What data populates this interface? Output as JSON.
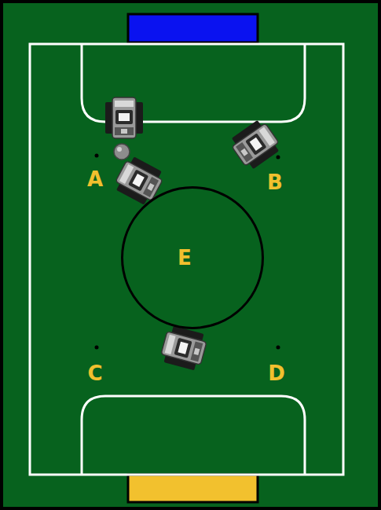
{
  "diagram": {
    "nodes": [
      {
        "text": [
          "E"
        ]
      }
    ],
    "labels": [
      "A",
      "B",
      "C",
      "D"
    ]
  }
}
